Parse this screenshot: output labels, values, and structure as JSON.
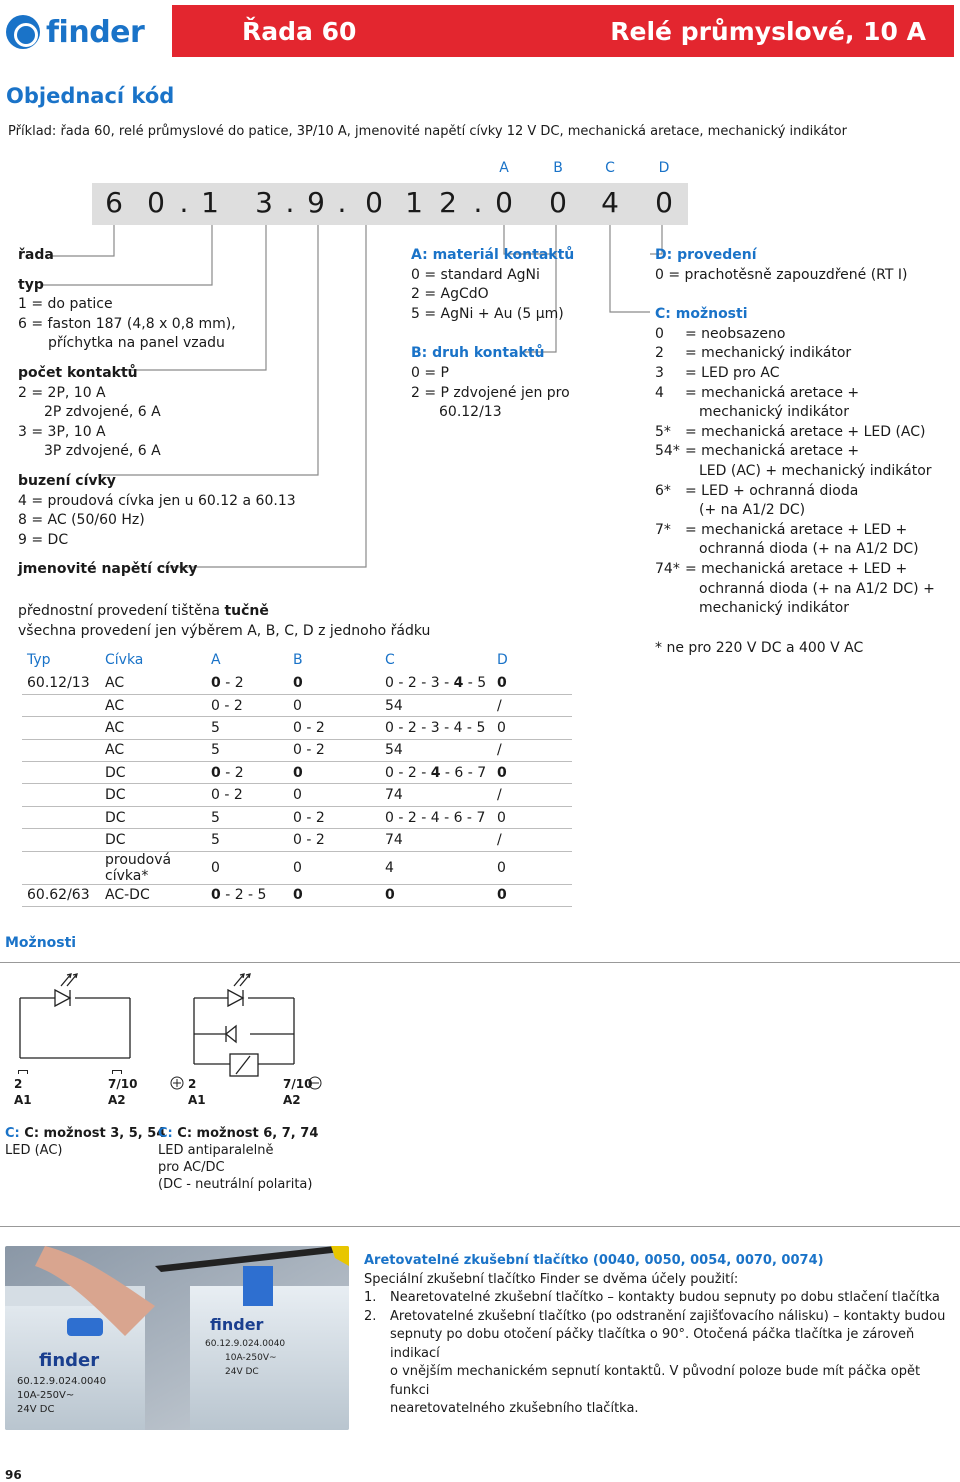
{
  "header": {
    "logo_text": "finder",
    "series": "Řada 60",
    "category": "Relé průmyslové, 10 A",
    "bar_color": "#e3262f",
    "accent_color": "#1a73c8"
  },
  "order": {
    "title": "Objednací kód",
    "example": "Příklad: řada 60, relé průmyslové do patice, 3P/10 A, jmenovité napětí cívky 12 V DC, mechanická aretace, mechanický indikátor",
    "code_chars": [
      "6",
      "0",
      ".",
      "1",
      "3",
      ".",
      "9",
      ".",
      "0",
      "1",
      "2",
      ".",
      "0",
      "0",
      "4",
      "0"
    ],
    "code_letters": [
      "A",
      "B",
      "C",
      "D"
    ]
  },
  "left_legend": {
    "rada": "řada",
    "typ_heading": "typ",
    "typ_1": "1 = do patice",
    "typ_6a": "6 = faston 187 (4,8 x 0,8 mm),",
    "typ_6b": "příchytka na panel vzadu",
    "pocet_heading": "počet kontaktů",
    "pocet_2a": "2 = 2P, 10 A",
    "pocet_2b": "2P zdvojené, 6 A",
    "pocet_3a": "3 = 3P, 10 A",
    "pocet_3b": "3P zdvojené, 6 A",
    "buzeni_heading": "buzení cívky",
    "buzeni_4": "4 = proudová cívka jen u 60.12 a 60.13",
    "buzeni_8": "8 = AC (50/60 Hz)",
    "buzeni_9": "9 = DC",
    "jmen_heading": "jmenovité napětí cívky",
    "pref_1": "přednostní provedení tištěna",
    "pref_bold": "tučně",
    "pref_2": "všechna provedení jen výběrem A, B, C, D z jednoho řádku"
  },
  "mid_legend": {
    "a_heading": "A: materiál kontaktů",
    "a_0": "0 = standard AgNi",
    "a_2": "2 = AgCdO",
    "a_5": "5 = AgNi + Au (5 µm)",
    "b_heading": "B: druh kontaktů",
    "b_0": "0 = P",
    "b_2": "2 = P zdvojené jen pro",
    "b_2b": "60.12/13"
  },
  "right_legend": {
    "d_heading": "D: provedení",
    "d_0": "0 = prachotěsně zapouzdřené (RT I)",
    "c_heading": "C: možnosti",
    "c_items": [
      [
        "0",
        "= neobsazeno"
      ],
      [
        "2",
        "= mechanický indikátor"
      ],
      [
        "3",
        "= LED pro AC"
      ],
      [
        "4",
        "= mechanická aretace +"
      ],
      [
        "",
        "mechanický indikátor"
      ],
      [
        "5*",
        "= mechanická aretace + LED (AC)"
      ],
      [
        "54*",
        "= mechanická aretace +"
      ],
      [
        "",
        "LED (AC) + mechanický indikátor"
      ],
      [
        "6*",
        "= LED + ochranná dioda"
      ],
      [
        "",
        "(+ na A1/2 DC)"
      ],
      [
        "7*",
        "= mechanická aretace + LED +"
      ],
      [
        "",
        "ochranná dioda (+ na A1/2 DC)"
      ],
      [
        "74*",
        "= mechanická aretace + LED +"
      ],
      [
        "",
        "ochranná dioda (+ na A1/2 DC) +"
      ],
      [
        "",
        "mechanický indikátor"
      ]
    ],
    "footnote": "* ne pro 220 V DC a 400 V AC"
  },
  "table": {
    "headers": [
      "Typ",
      "Cívka",
      "A",
      "B",
      "C",
      "D"
    ],
    "rows": [
      [
        "60.12/13",
        "AC",
        "0 - 2",
        "0",
        "0 - 2 - 3 - 4 - 5",
        "0"
      ],
      [
        "",
        "AC",
        "0 - 2",
        "0",
        "54",
        "/"
      ],
      [
        "",
        "AC",
        "5",
        "0 - 2",
        "0 - 2 - 3 - 4 - 5",
        "0"
      ],
      [
        "",
        "AC",
        "5",
        "0 - 2",
        "54",
        "/"
      ],
      [
        "",
        "DC",
        "0 - 2",
        "0",
        "0 - 2 - 4 - 6 - 7",
        "0"
      ],
      [
        "",
        "DC",
        "0 - 2",
        "0",
        "74",
        "/"
      ],
      [
        "",
        "DC",
        "5",
        "0 - 2",
        "0 - 2 - 4 - 6 - 7",
        "0"
      ],
      [
        "",
        "DC",
        "5",
        "0 - 2",
        "74",
        "/"
      ],
      [
        "",
        "proudová cívka*",
        "0",
        "0",
        "4",
        "0"
      ],
      [
        "60.62/63",
        "AC-DC",
        "0 - 2 - 5",
        "0",
        "0",
        "0"
      ]
    ]
  },
  "moznosti": {
    "title": "Možnosti",
    "s1_top_left": "2",
    "s1_bot_left": "A1",
    "s1_top_right": "7/10",
    "s1_bot_right": "A2",
    "s2_top_left": "2",
    "s2_bot_left": "A1",
    "s2_top_right": "7/10",
    "s2_bot_right": "A2",
    "cap1_heading": "C: možnost 3, 5, 54",
    "cap1_text": "LED (AC)",
    "cap2_heading": "C: možnost 6, 7, 74",
    "cap2_lines": [
      "LED antiparalelně",
      "pro AC/DC",
      "(DC - neutrální polarita)"
    ]
  },
  "photo_labels": {
    "brand1": "finder",
    "brand2": "finder",
    "code1": "60.12.9.024.0040",
    "code2": "60.12.9.024.0040",
    "v1": "10A-250V~",
    "v2": "10A-250V~",
    "dc1": "24V DC",
    "dc2": "24V DC"
  },
  "aretace": {
    "heading": "Aretovatelné zkušební tlačítko (0040, 0050, 0054, 0070, 0074)",
    "intro": "Speciální zkušební tlačítko Finder se dvěma účely použití:",
    "item1_num": "1.",
    "item1": "Nearetovatelné zkušební tlačítko – kontakty budou sepnuty po dobu stlačení tlačítka",
    "item2_num": "2.",
    "item2_lines": [
      "Aretovatelné zkušební tlačítko (po odstranění zajišťovacího nálisku) – kontakty budou",
      "sepnuty po dobu otočení páčky tlačítka o 90°. Otočená páčka tlačítka je zároveň indikací",
      "o vnějším mechanickém sepnutí kontaktů. V původní poloze bude mít páčka opět funkci",
      "nearetovatelného zkušebního tlačítka."
    ]
  },
  "page_number": "96"
}
